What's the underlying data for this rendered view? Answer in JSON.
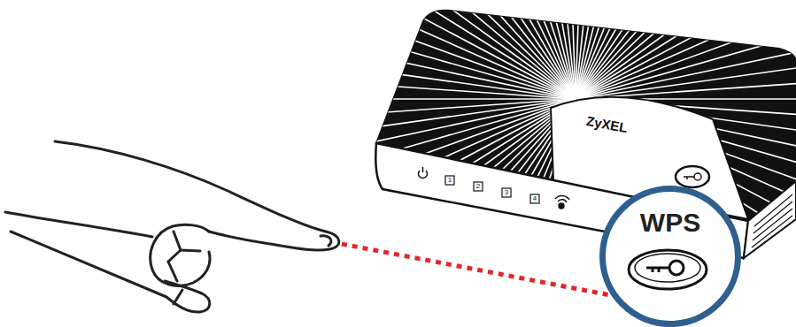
{
  "diagram": {
    "nodes": [
      {
        "text": [
          "WPS"
        ]
      }
    ],
    "labels": [
      "ZyXEL",
      "1",
      "2",
      "3",
      "4"
    ]
  }
}
